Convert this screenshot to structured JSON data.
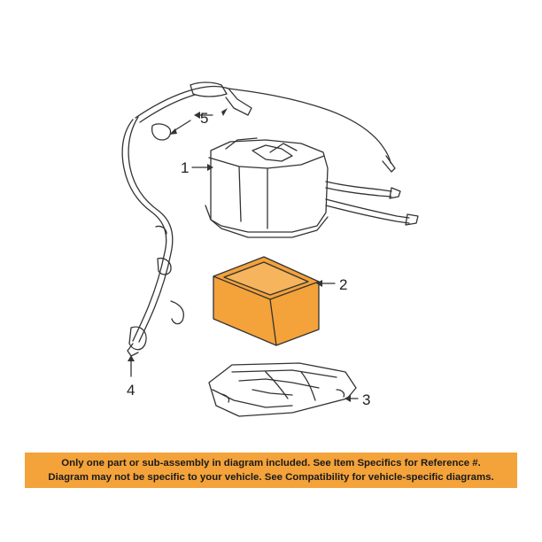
{
  "diagram": {
    "callouts": {
      "c1": "1",
      "c2": "2",
      "c3": "3",
      "c4": "4",
      "c5": "5"
    },
    "highlight_color": "#f4a23a",
    "line_color": "#333333"
  },
  "notice": {
    "line1": "Only one part or sub-assembly in diagram included. See Item Specifics for Reference #.",
    "line2": "Diagram may not be specific to your vehicle. See Compatibility for vehicle-specific diagrams."
  }
}
